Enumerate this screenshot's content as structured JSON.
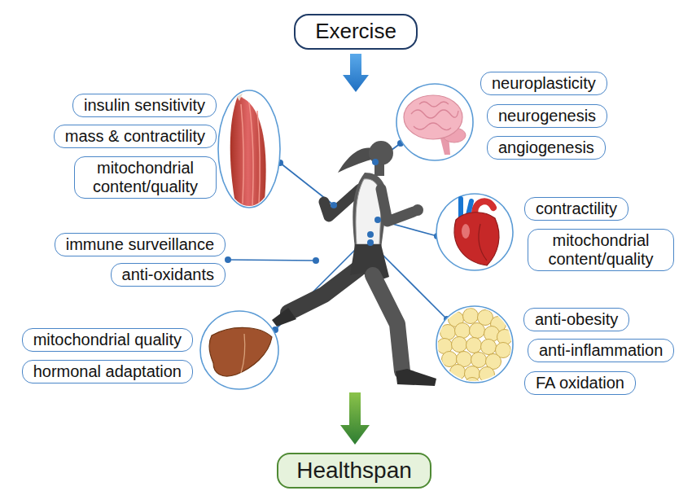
{
  "diagram": {
    "nodes": [
      {
        "text": [
          "Exercise"
        ]
      },
      {
        "text": [
          "insulin sensitivity"
        ]
      },
      {
        "text": [
          "mass & contractility"
        ]
      },
      {
        "text": [
          "mitochondrial content/quality"
        ]
      },
      {
        "text": [
          "neuroplasticity"
        ]
      },
      {
        "text": [
          "neurogenesis"
        ]
      },
      {
        "text": [
          "angiogenesis"
        ]
      },
      {
        "text": [
          "contractility"
        ]
      },
      {
        "text": [
          "mitochondrial content/quality"
        ]
      },
      {
        "text": [
          "immune surveillance"
        ]
      },
      {
        "text": [
          "anti-oxidants"
        ]
      },
      {
        "text": [
          "mitochondrial quality"
        ]
      },
      {
        "text": [
          "hormonal adaptation"
        ]
      },
      {
        "text": [
          "anti-obesity"
        ]
      },
      {
        "text": [
          "anti-inflammation"
        ]
      },
      {
        "text": [
          "FA oxidation"
        ]
      },
      {
        "text": [
          "Healthspan"
        ]
      }
    ]
  }
}
